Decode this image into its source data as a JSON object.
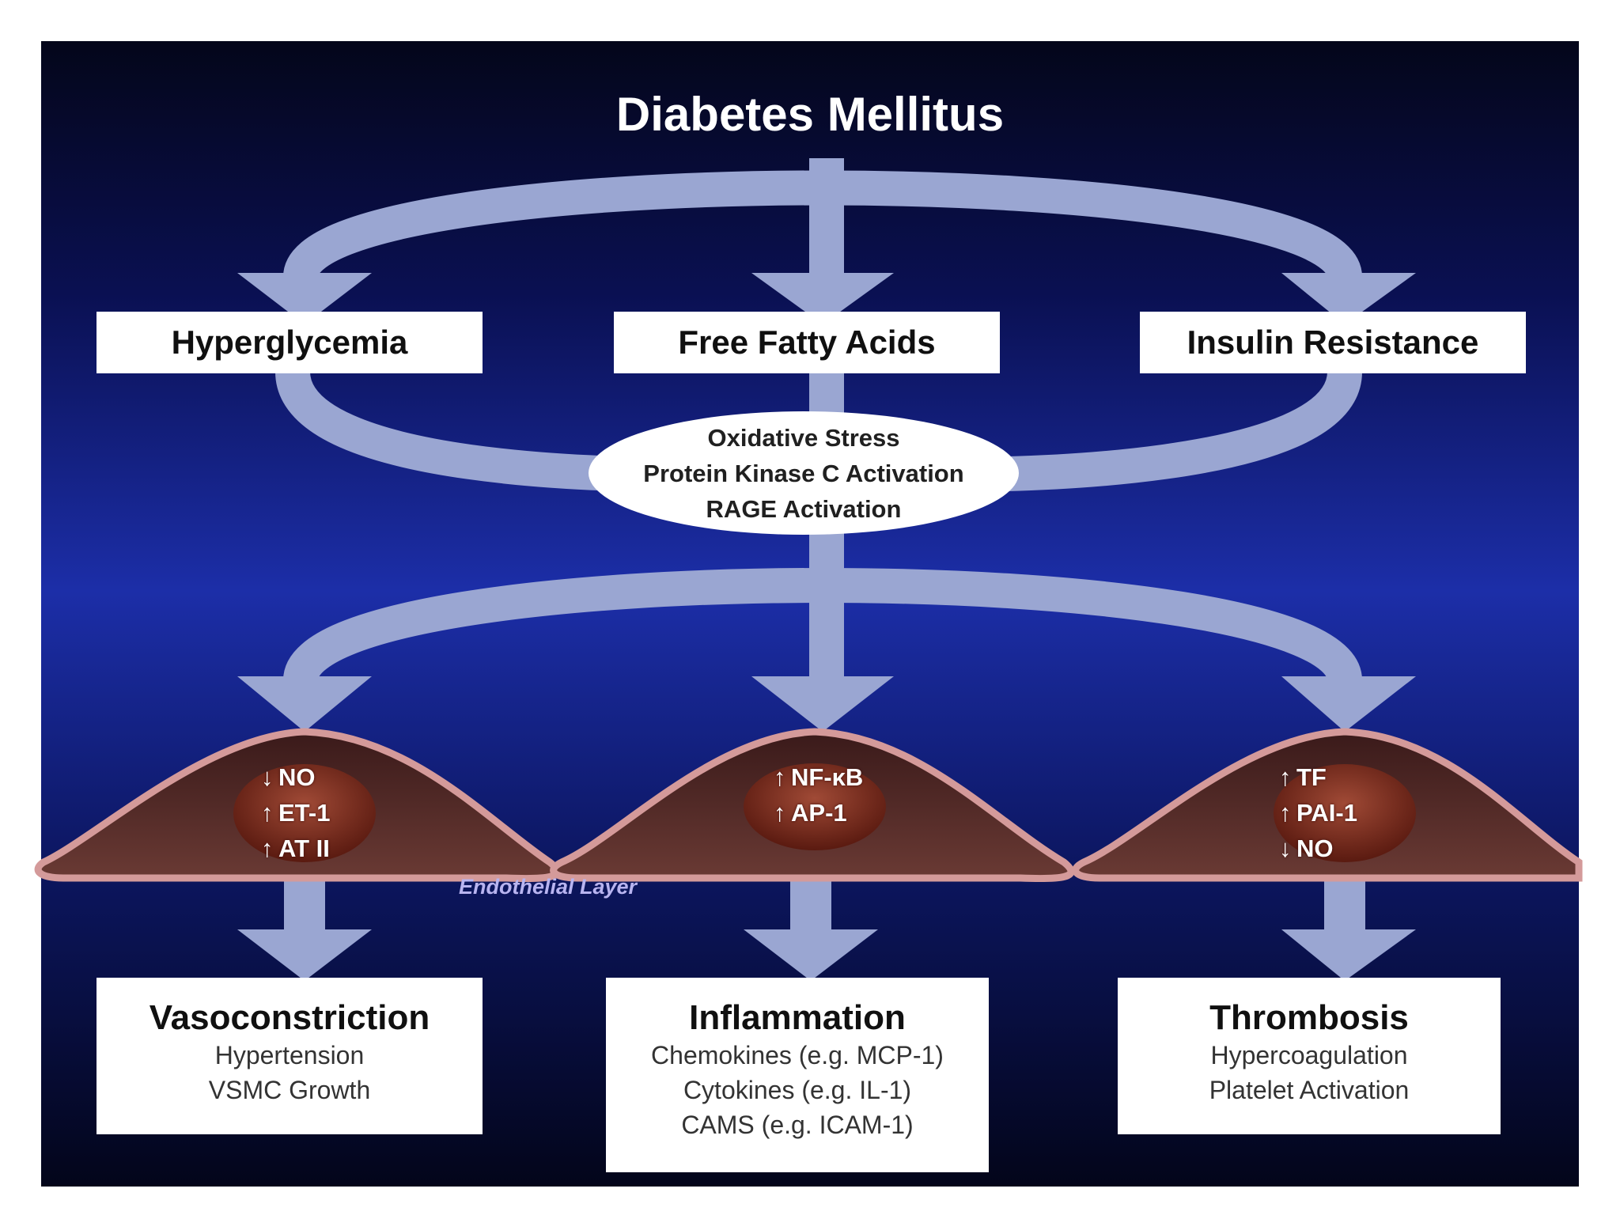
{
  "title": "Diabetes Mellitus",
  "mechanisms": [
    "Hyperglycemia",
    "Free Fatty Acids",
    "Insulin Resistance"
  ],
  "pathways": [
    "Oxidative Stress",
    "Protein Kinase C Activation",
    "RAGE Activation"
  ],
  "cells": [
    {
      "markers": [
        {
          "dir": "↓",
          "name": "NO"
        },
        {
          "dir": "↑",
          "name": "ET-1"
        },
        {
          "dir": "↑",
          "name": "AT II"
        }
      ]
    },
    {
      "markers": [
        {
          "dir": "↑",
          "name": "NF-κB"
        },
        {
          "dir": "↑",
          "name": "AP-1"
        }
      ]
    },
    {
      "markers": [
        {
          "dir": "↑",
          "name": "TF"
        },
        {
          "dir": "↑",
          "name": "PAI-1"
        },
        {
          "dir": "↓",
          "name": "NO"
        }
      ]
    }
  ],
  "endothelial_label": "Endothelial Layer",
  "outcomes": [
    {
      "heading": "Vasoconstriction",
      "items": [
        "Hypertension",
        "VSMC Growth"
      ]
    },
    {
      "heading": "Inflammation",
      "items": [
        "Chemokines (e.g. MCP-1)",
        "Cytokines (e.g. IL-1)",
        "CAMS (e.g. ICAM-1)"
      ]
    },
    {
      "heading": "Thrombosis",
      "items": [
        "Hypercoagulation",
        "Platelet Activation"
      ]
    }
  ],
  "colors": {
    "arrow": "#9aa6d2",
    "cell_membrane": "#d49a9a",
    "nucleus": "#7a2a1c"
  }
}
